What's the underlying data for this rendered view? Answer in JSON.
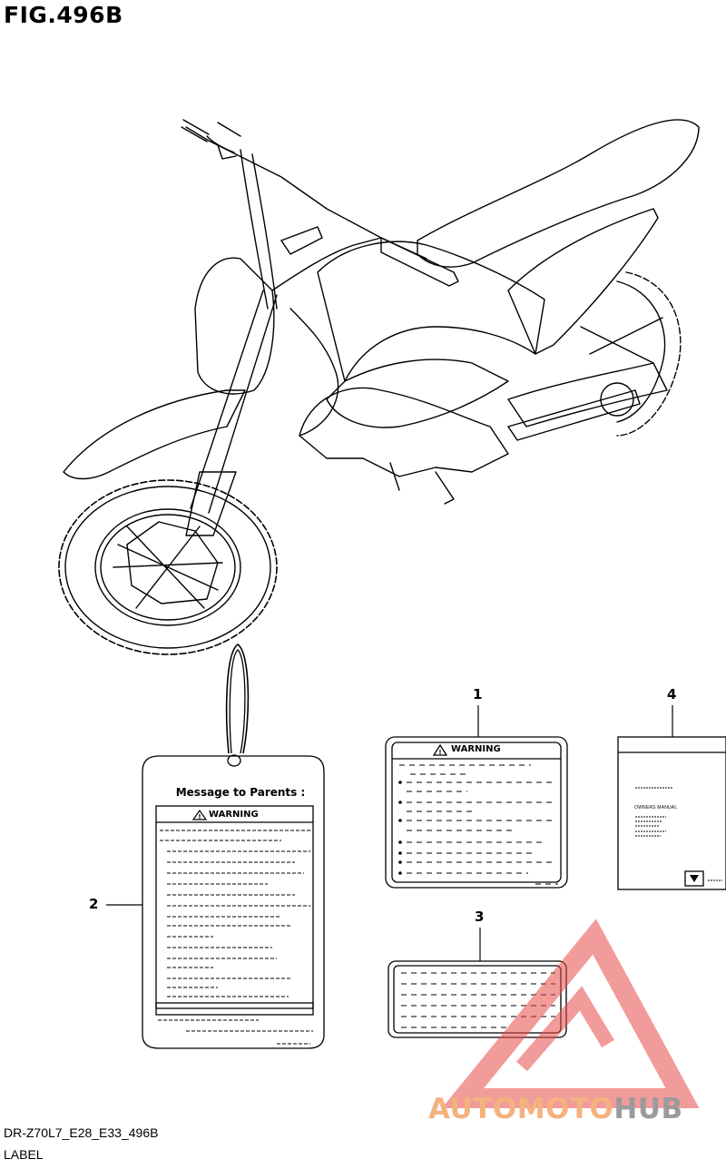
{
  "figure": {
    "title": "FIG.496B"
  },
  "callouts": [
    {
      "id": "1",
      "label": "1"
    },
    {
      "id": "2",
      "label": "2"
    },
    {
      "id": "3",
      "label": "3"
    },
    {
      "id": "4",
      "label": "4"
    }
  ],
  "labels": {
    "parents_tag": {
      "heading": "Message to Parents :",
      "warning": "WARNING"
    },
    "warning_label": {
      "warning": "WARNING"
    },
    "manual": {
      "caption": "OWNERS MANUAL"
    }
  },
  "footer": {
    "code": "DR-Z70L7_E28_E33_496B",
    "section": "LABEL"
  },
  "watermark": {
    "part_a": "AUTOMOTO",
    "part_b": "HUB",
    "color_a": "#f4b27e",
    "color_b": "#9b9b9b",
    "logo_color": "#e84b4b"
  }
}
